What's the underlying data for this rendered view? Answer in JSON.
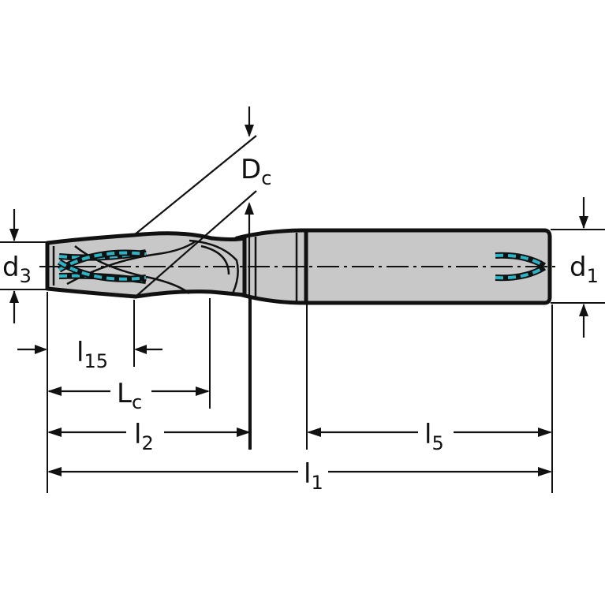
{
  "labels": {
    "dc_main": "D",
    "dc_sub": "c",
    "d3_main": "d",
    "d3_sub": "3",
    "d1_main": "d",
    "d1_sub": "1",
    "l15_main": "l",
    "l15_sub": "15",
    "lc_main": "L",
    "lc_sub": "c",
    "l2_main": "l",
    "l2_sub": "2",
    "l5_main": "l",
    "l5_sub": "5",
    "l1_main": "l",
    "l1_sub": "1"
  },
  "colors": {
    "tool_fill": "#c8c8c8",
    "coolant": "#2ab4c6",
    "line": "#111111"
  }
}
